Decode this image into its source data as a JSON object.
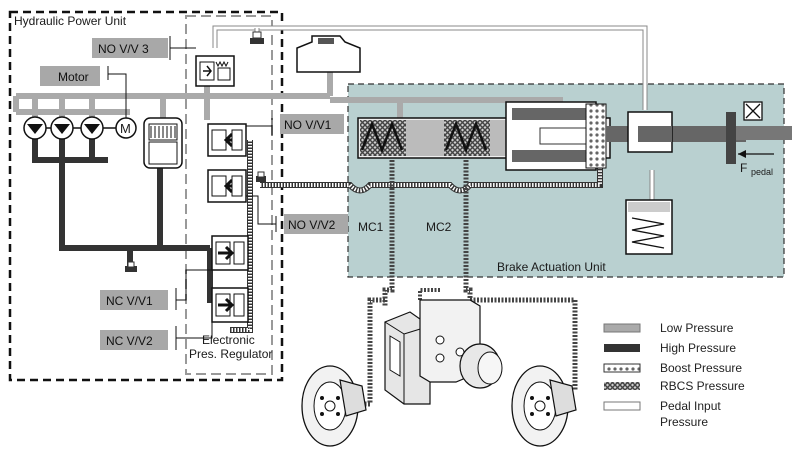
{
  "title": "",
  "regions": {
    "hydraulic_power_unit": "Hydraulic Power Unit",
    "brake_actuation_unit": "Brake Actuation Unit",
    "electronic_regulator_line1": "Electronic",
    "electronic_regulator_line2": "Pres. Regulator"
  },
  "valve_tags": {
    "no_vv3": "NO V/V 3",
    "motor": "Motor",
    "no_vv1": "NO V/V1",
    "no_vv2": "NO V/V2",
    "nc_vv1": "NC V/V1",
    "nc_vv2": "NC V/V2"
  },
  "chambers": {
    "mc1": "MC1",
    "mc2": "MC2"
  },
  "pump": {
    "motor_symbol": "M"
  },
  "pedal": {
    "force_label": "F",
    "force_subscript": "pedal"
  },
  "legend": [
    {
      "label": "Low Pressure"
    },
    {
      "label": "High Pressure"
    },
    {
      "label": "Boost Pressure"
    },
    {
      "label": "RBCS Pressure"
    },
    {
      "label": "Pedal Input",
      "label2": "Pressure"
    }
  ],
  "colors": {
    "actuation_fill": "#b9d0d0",
    "low_pressure": "#aaaaaa",
    "high_pressure": "#333333",
    "boost_pressure": "#888888",
    "rbcs_pressure": "#555555",
    "pedal_input": "#ffffff",
    "tag_fill": "#a8a8a8"
  }
}
